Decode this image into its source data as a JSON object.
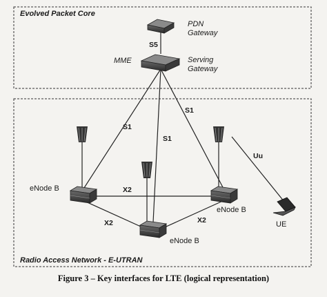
{
  "regions": {
    "core_label": "Evolved Packet Core",
    "ran_label": "Radio Access Network - E-UTRAN"
  },
  "nodes": {
    "pdn_gateway": "PDN\nGateway",
    "serving_gateway": "Serving\nGateway",
    "mme": "MME",
    "enodeb_left": "eNode B",
    "enodeb_right": "eNode B",
    "enodeb_bottom": "eNode B",
    "ue": "UE"
  },
  "interfaces": {
    "s5": "S5",
    "s1_left": "S1",
    "s1_middle": "S1",
    "s1_right": "S1",
    "x2_top": "X2",
    "x2_left": "X2",
    "x2_right": "X2",
    "uu": "Uu"
  },
  "caption": "Figure 3 – Key interfaces for LTE (logical representation)"
}
